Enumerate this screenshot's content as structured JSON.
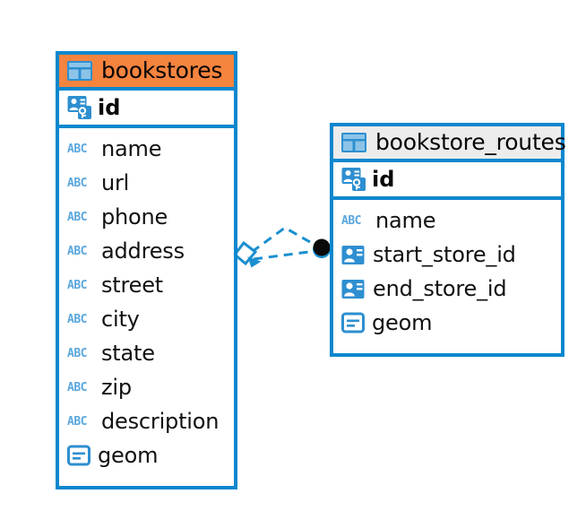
{
  "diagram": {
    "title": "database-schema-er-diagram",
    "colors": {
      "border_blue": "#0b87ce",
      "header_selected_orange": "#f5843f",
      "header_normal_gray": "#ececec",
      "icon_blue": "#2e8fd0",
      "abc_icon_blue": "#5aa7dd",
      "relation_line_blue": "#1a8fd0",
      "relation_endpoint_black": "#0a0a0a",
      "background": "#ffffff"
    }
  },
  "tables": [
    {
      "name": "bookstores",
      "header_state": "selected",
      "header_icon": "table-icon",
      "primary_key": {
        "name": "id",
        "icon": "primary-key-icon"
      },
      "fields": [
        {
          "name": "name",
          "icon": "text-type-icon"
        },
        {
          "name": "url",
          "icon": "text-type-icon"
        },
        {
          "name": "phone",
          "icon": "text-type-icon"
        },
        {
          "name": "address",
          "icon": "text-type-icon"
        },
        {
          "name": "street",
          "icon": "text-type-icon"
        },
        {
          "name": "city",
          "icon": "text-type-icon"
        },
        {
          "name": "state",
          "icon": "text-type-icon"
        },
        {
          "name": "zip",
          "icon": "text-type-icon"
        },
        {
          "name": "description",
          "icon": "text-type-icon"
        },
        {
          "name": "geom",
          "icon": "geometry-type-icon"
        }
      ]
    },
    {
      "name": "bookstore_routes",
      "header_state": "normal",
      "header_icon": "table-icon",
      "primary_key": {
        "name": "id",
        "icon": "primary-key-icon"
      },
      "fields": [
        {
          "name": "name",
          "icon": "text-type-icon"
        },
        {
          "name": "start_store_id",
          "icon": "foreign-key-icon"
        },
        {
          "name": "end_store_id",
          "icon": "foreign-key-icon"
        },
        {
          "name": "geom",
          "icon": "geometry-type-icon"
        }
      ]
    }
  ],
  "relationship": {
    "from_table": "bookstores",
    "to_table": "bookstore_routes",
    "style": "dashed",
    "source_marker": "diamond-crowsfoot-marker",
    "target_marker": "filled-circle-marker",
    "branches": 2
  }
}
